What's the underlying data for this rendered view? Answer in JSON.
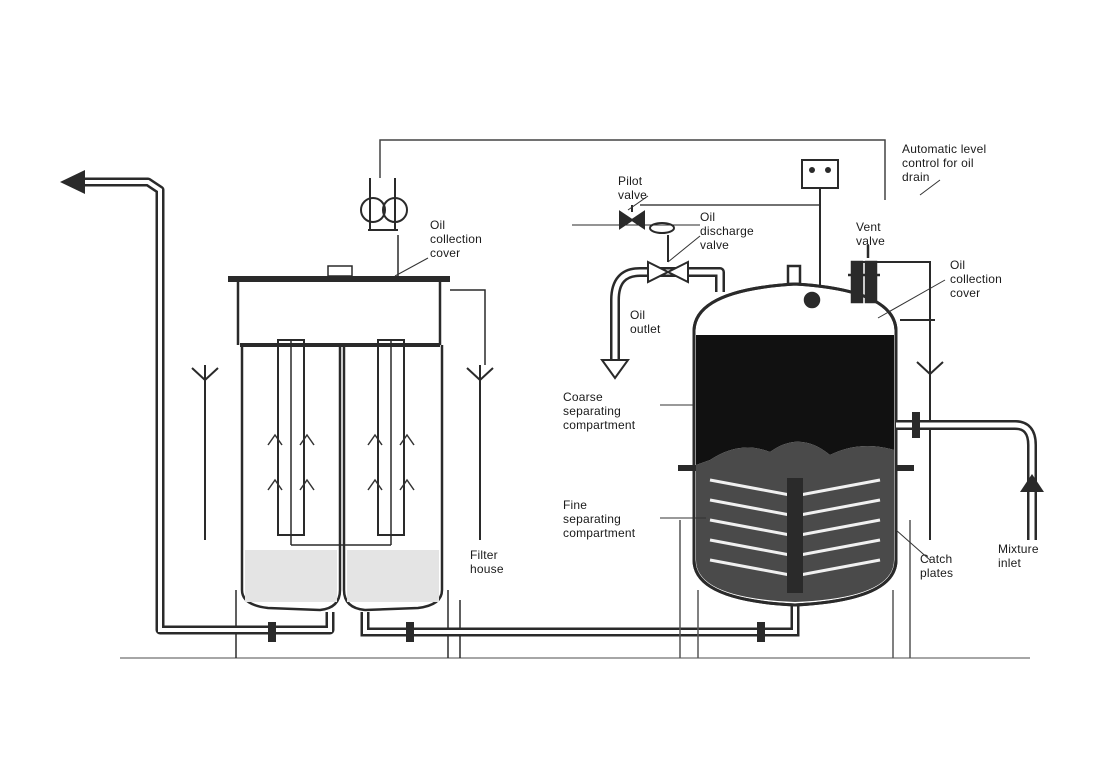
{
  "labels": {
    "automatic_level_control": [
      "Automatic level",
      "control for oil",
      "drain"
    ],
    "pilot_valve": [
      "Pilot",
      "valve"
    ],
    "oil_discharge_valve": [
      "Oil",
      "discharge",
      "valve"
    ],
    "vent_valve": [
      "Vent",
      "valve"
    ],
    "oil_collection_cover_right": [
      "Oil",
      "collection",
      "cover"
    ],
    "oil_collection_cover_left": [
      "Oil",
      "collection",
      "cover"
    ],
    "oil_outlet": [
      "Oil",
      "outlet"
    ],
    "coarse_separating_compartment": [
      "Coarse",
      "separating",
      "compartment"
    ],
    "fine_separating_compartment": [
      "Fine",
      "separating",
      "compartment"
    ],
    "filter_house": [
      "Filter",
      "house"
    ],
    "catch_plates": [
      "Catch",
      "plates"
    ],
    "mixture_inlet": [
      "Mixture",
      "inlet"
    ]
  },
  "colors": {
    "line": "#2a2a2a",
    "oil_fill": "#111111",
    "pipe": "#3a3a3a",
    "background": "#ffffff"
  }
}
